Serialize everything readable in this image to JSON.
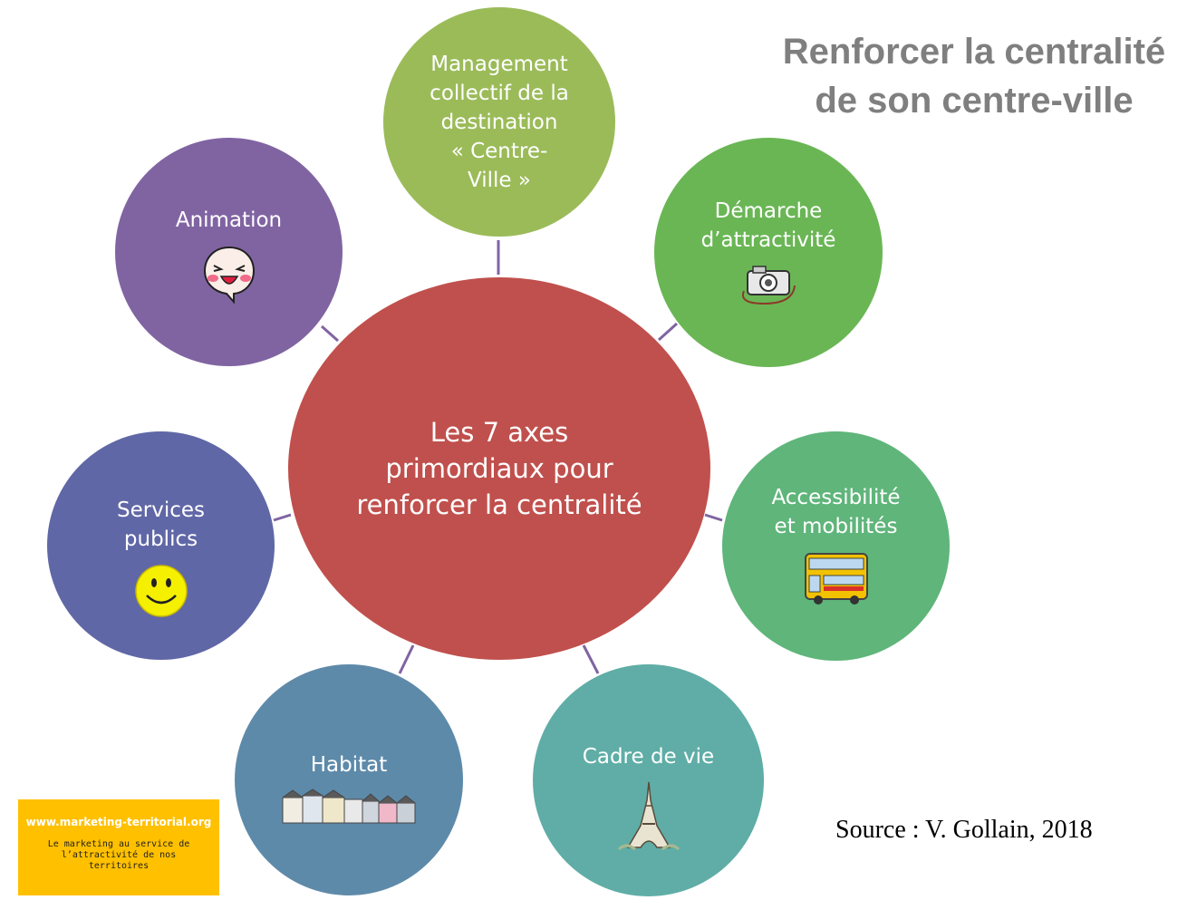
{
  "title": {
    "line1": "Renforcer la centralité",
    "line2": "de son centre-ville"
  },
  "center": {
    "label": "Les 7 axes\nprimordiaux pour\nrenforcer la centralité",
    "color": "#c0504d"
  },
  "axes": [
    {
      "label": "Management\ncollectif de la\ndestination\n« Centre-\nVille »",
      "color": "#9bbb59",
      "icon": ""
    },
    {
      "label": "Démarche\nd’attractivité",
      "color": "#6ab655",
      "icon": "camera-icon"
    },
    {
      "label": "Accessibilité\net mobilités",
      "color": "#5fb57a",
      "icon": "double-decker-bus-icon"
    },
    {
      "label": "Cadre de vie",
      "color": "#5fada6",
      "icon": "eiffel-tower-icon"
    },
    {
      "label": "Habitat",
      "color": "#5e8aaa",
      "icon": "townhouses-icon"
    },
    {
      "label": "Services\npublics",
      "color": "#6067a6",
      "icon": "smiley-icon"
    },
    {
      "label": "Animation",
      "color": "#8064a2",
      "icon": "laughing-face-icon"
    }
  ],
  "connector_color": "#8064a2",
  "source": "Source : V. Gollain, 2018",
  "logo": {
    "url": "www.marketing-territorial.org",
    "tagline": "Le marketing au service de\nl’attractivité de nos\nterritoires",
    "color": "#ffc000"
  }
}
